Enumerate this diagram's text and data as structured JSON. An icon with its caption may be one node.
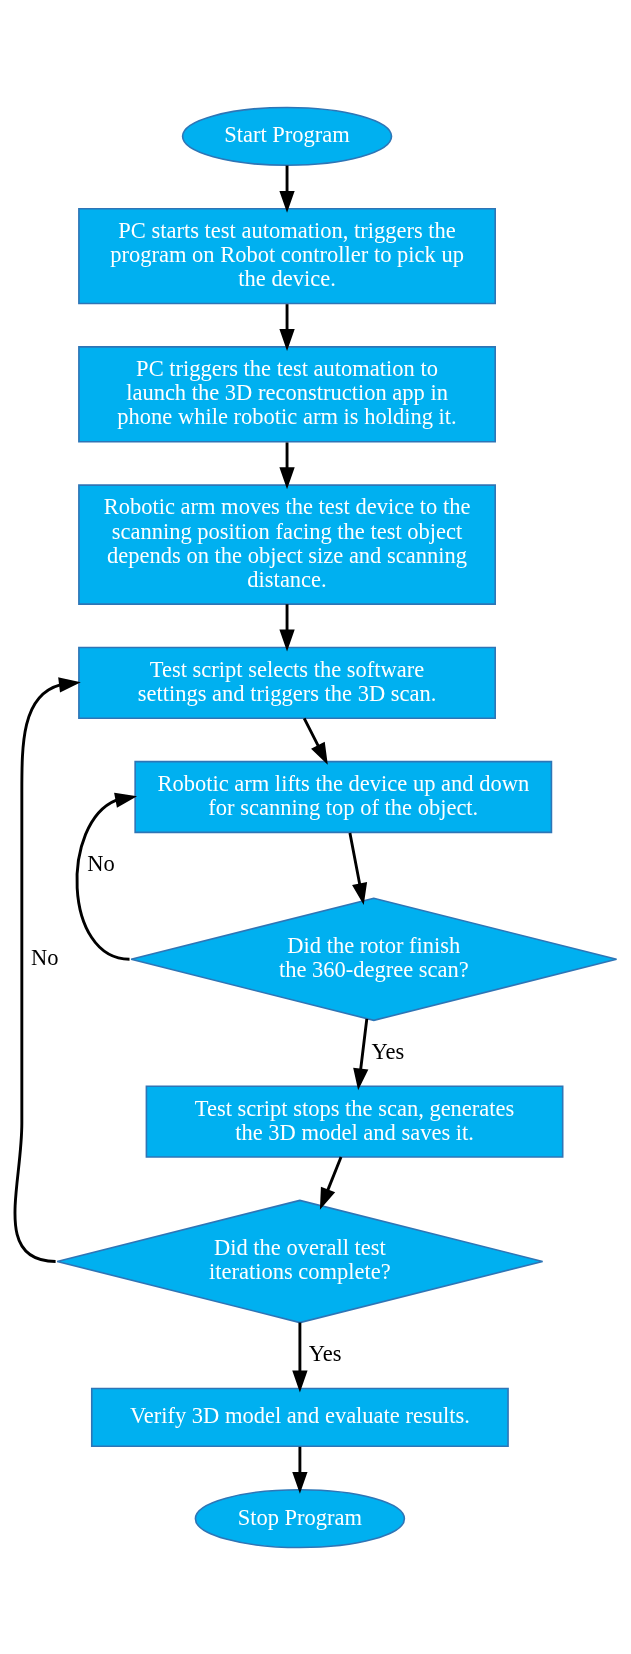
{
  "diagram": {
    "nodes": [
      {
        "text": [
          "Start Program"
        ]
      },
      {
        "text": [
          "PC starts test automation, triggers the program on Robot controller to pick up the device."
        ]
      },
      {
        "text": [
          "PC triggers the test automation to launch the 3D reconstruction app in phone while robotic arm is holding it."
        ]
      },
      {
        "text": [
          "Robotic arm moves the test device to the scanning position facing the test object depends on the object size and scanning distance."
        ]
      },
      {
        "text": [
          "Test script selects the software settings and triggers the 3D scan."
        ]
      },
      {
        "text": [
          "Robotic arm lifts the device up and down for scanning top of the object."
        ]
      },
      {
        "text": [
          "Did the rotor finish the 360-degree scan?"
        ]
      },
      {
        "text": [
          "Test script stops the scan, generates the 3D model and saves it."
        ]
      },
      {
        "text": [
          "Did the overall test iterations complete?"
        ]
      },
      {
        "text": [
          "Verify 3D model and evaluate results."
        ]
      },
      {
        "text": [
          "Stop Program"
        ]
      }
    ],
    "edges": [
      {
        "from": 0,
        "to": 1,
        "arrow": "to"
      },
      {
        "from": 1,
        "to": 2,
        "arrow": "to"
      },
      {
        "from": 2,
        "to": 3,
        "arrow": "to"
      },
      {
        "from": 3,
        "to": 4,
        "arrow": "to"
      },
      {
        "from": 4,
        "to": 5,
        "arrow": "to"
      },
      {
        "from": 5,
        "to": 6,
        "arrow": "to"
      },
      {
        "from": 6,
        "to": 5,
        "arrow": "to",
        "label": "No"
      },
      {
        "from": 6,
        "to": 7,
        "arrow": "to",
        "label": "Yes"
      },
      {
        "from": 7,
        "to": 8,
        "arrow": "to"
      },
      {
        "from": 8,
        "to": 4,
        "arrow": "to",
        "label": "No"
      },
      {
        "from": 8,
        "to": 9,
        "arrow": "to",
        "label": "Yes"
      },
      {
        "from": 9,
        "to": 10,
        "arrow": "to"
      }
    ]
  }
}
